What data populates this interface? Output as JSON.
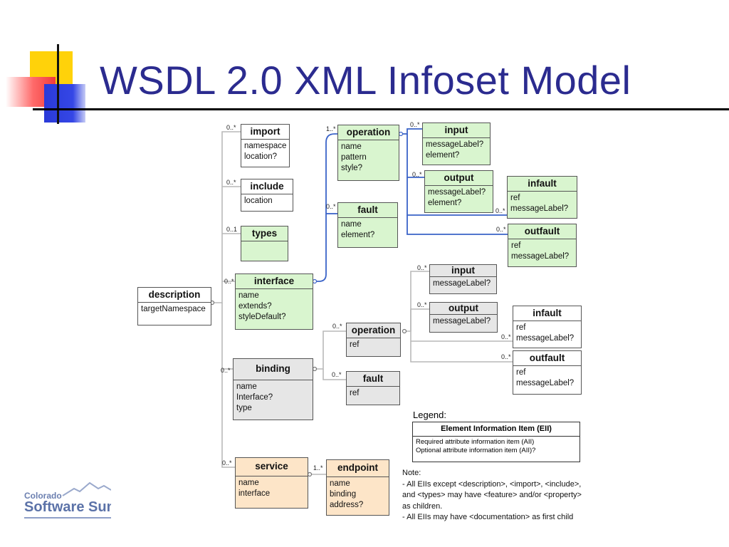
{
  "slide": {
    "title": "WSDL 2.0 XML Infoset Model"
  },
  "colors": {
    "title": "#2b2b8f",
    "green_fill": "#d9f5cf",
    "gray_fill": "#e6e6e6",
    "tan_fill": "#fde5c8",
    "blue_connector": "#3a63c8"
  },
  "boxes": {
    "description": {
      "name": "description",
      "attrs": [
        "targetNamespace"
      ]
    },
    "import": {
      "name": "import",
      "attrs": [
        "namespace",
        "location?"
      ]
    },
    "include": {
      "name": "include",
      "attrs": [
        "location"
      ]
    },
    "types": {
      "name": "types",
      "attrs": []
    },
    "interface": {
      "name": "interface",
      "attrs": [
        "name",
        "extends?",
        "styleDefault?"
      ]
    },
    "binding": {
      "name": "binding",
      "attrs": [
        "name",
        "Interface?",
        "type"
      ]
    },
    "service": {
      "name": "service",
      "attrs": [
        "name",
        "interface"
      ]
    },
    "endpoint": {
      "name": "endpoint",
      "attrs": [
        "name",
        "binding",
        "address?"
      ]
    },
    "int_operation": {
      "name": "operation",
      "attrs": [
        "name",
        "pattern",
        "style?"
      ]
    },
    "int_fault": {
      "name": "fault",
      "attrs": [
        "name",
        "element?"
      ]
    },
    "int_input": {
      "name": "input",
      "attrs": [
        "messageLabel?",
        "element?"
      ]
    },
    "int_output": {
      "name": "output",
      "attrs": [
        "messageLabel?",
        "element?"
      ]
    },
    "int_infault": {
      "name": "infault",
      "attrs": [
        "ref",
        "messageLabel?"
      ]
    },
    "int_outfault": {
      "name": "outfault",
      "attrs": [
        "ref",
        "messageLabel?"
      ]
    },
    "bind_operation": {
      "name": "operation",
      "attrs": [
        "ref"
      ]
    },
    "bind_fault": {
      "name": "fault",
      "attrs": [
        "ref"
      ]
    },
    "bind_input": {
      "name": "input",
      "attrs": [
        "messageLabel?"
      ]
    },
    "bind_output": {
      "name": "output",
      "attrs": [
        "messageLabel?"
      ]
    },
    "bind_infault": {
      "name": "infault",
      "attrs": [
        "ref",
        "messageLabel?"
      ]
    },
    "bind_outfault": {
      "name": "outfault",
      "attrs": [
        "ref",
        "messageLabel?"
      ]
    }
  },
  "multiplicities": {
    "import": "0..*",
    "include": "0..*",
    "types": "0..1",
    "interface": "0..*",
    "binding": "0..*",
    "service": "0..*",
    "endpoint": "1..*",
    "int_operation": "1..*",
    "int_fault": "0..*",
    "int_input": "0..*",
    "int_output": "0..*",
    "int_infault": "0..*",
    "int_outfault": "0..*",
    "bind_operation": "0..*",
    "bind_fault": "0..*",
    "bind_input": "0..*",
    "bind_output": "0..*",
    "bind_infault": "0..*",
    "bind_outfault": "0..*"
  },
  "legend": {
    "label": "Legend:",
    "header": "Element Information Item (EII)",
    "lines": [
      "Required attribute information item (AII)",
      "Optional attribute information item (AII)?"
    ]
  },
  "note": {
    "lines": [
      "Note:",
      "- All EIIs except <description>, <import>, <include>,",
      "and <types>  may have <feature> and/or <property>",
      "as children.",
      "- All EIIs may have  <documentation> as first child"
    ]
  },
  "logo": {
    "line1": "Colorado",
    "line2": "Software Summit"
  }
}
